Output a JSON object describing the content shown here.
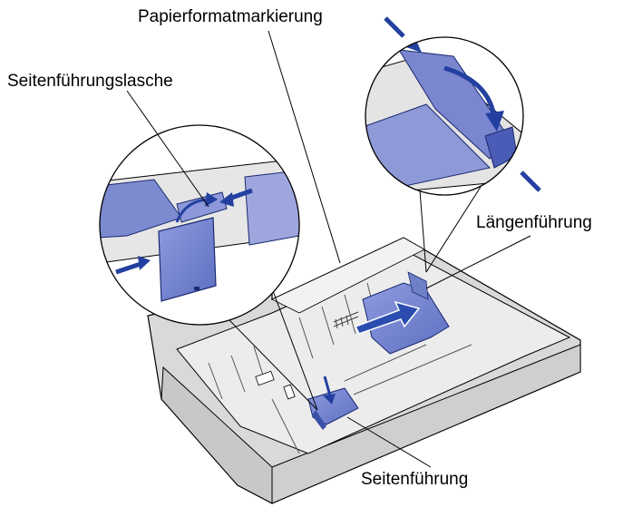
{
  "labels": {
    "paper_size_mark": "Papierformatmarkierung",
    "side_guide_tab": "Seitenführungslasche",
    "length_guide": "Längenführung",
    "side_guide": "Seitenführung"
  },
  "colors": {
    "guide_blue": "#6f7fc8",
    "arrow_blue": "#2340a0",
    "tray_grey": "#d6d6d6",
    "outline": "#000000"
  }
}
